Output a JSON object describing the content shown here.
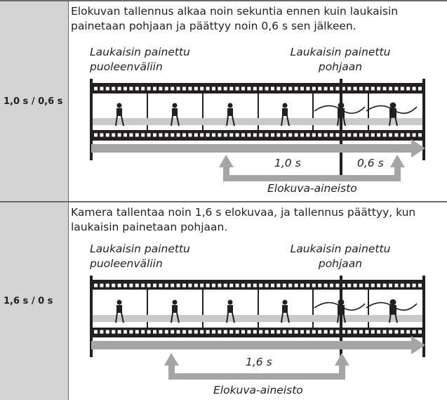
{
  "rows": [
    {
      "setting": "1,0 s / 0,6 s",
      "description": "Elokuvan tallennus alkaa noin sekuntia ennen kuin laukaisin painetaan pohjaan ja päättyy noin 0,6 s sen jälkeen.",
      "half_press_label": [
        "Laukaisin painettu",
        "puoleenväliin"
      ],
      "full_press_label": [
        "Laukaisin painettu",
        "pohjaan"
      ],
      "duration_before": "1,0 s",
      "duration_after": "0,6 s",
      "footage_label": "Elokuva-aineisto"
    },
    {
      "setting": "1,6 s / 0 s",
      "description": "Kamera tallentaa noin 1,6 s elokuvaa, ja tallennus päättyy, kun laukaisin painetaan pohjaan.",
      "half_press_label": [
        "Laukaisin painettu",
        "puoleenväliin"
      ],
      "full_press_label": [
        "Laukaisin painettu",
        "pohjaan"
      ],
      "duration_before": "1,6 s",
      "footage_label": "Elokuva-aineisto"
    }
  ],
  "colors": {
    "left_cell": "#d4d4d4",
    "arrow": "#a5a5a5",
    "film": "#231f20",
    "rule": "#6a6a6a"
  }
}
